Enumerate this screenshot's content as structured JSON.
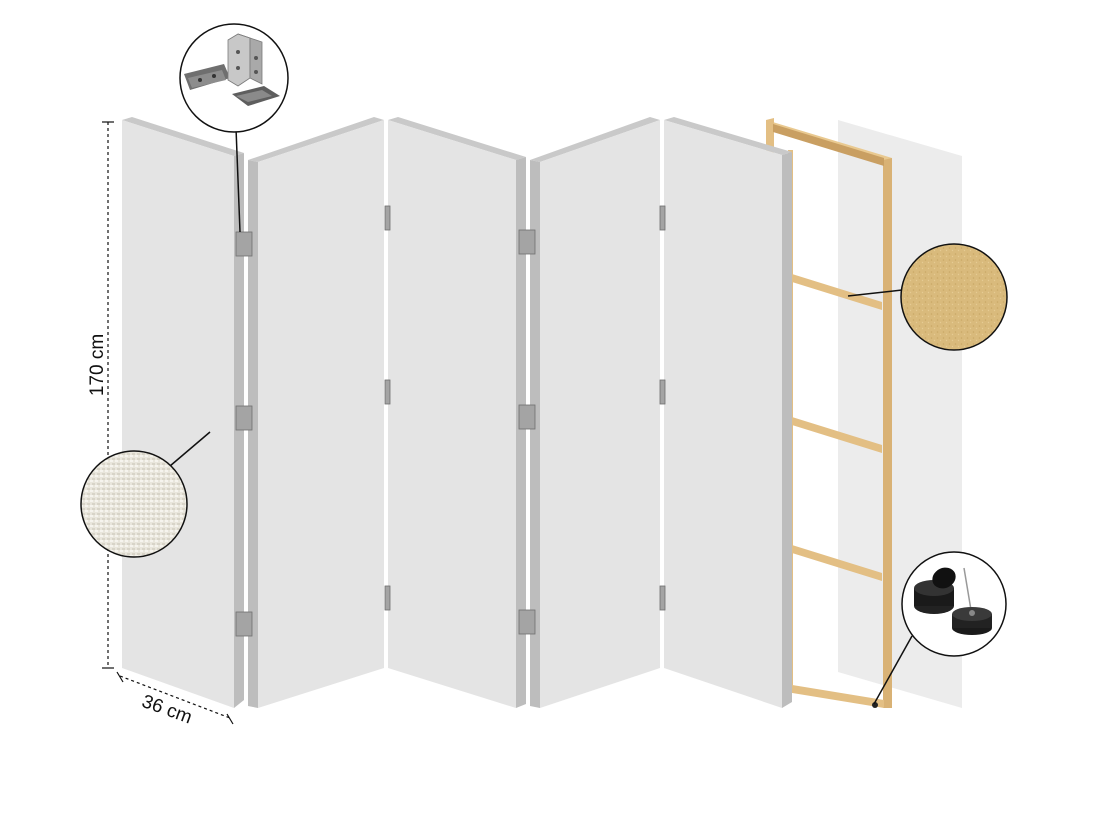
{
  "dimensions": {
    "height_label": "170 cm",
    "width_label": "36 cm"
  },
  "colors": {
    "panel_face": "#e4e4e4",
    "panel_edge": "#bdbdbd",
    "frame_wood": "#e3bf84",
    "frame_wood_dark": "#c49a5c",
    "canvas_sheet": "#ececec",
    "hinge": "#9a9a9a",
    "callout_line": "#111111"
  },
  "callouts": [
    {
      "name": "hinge-detail-callout",
      "icon": "metal-hinges-icon"
    },
    {
      "name": "canvas-texture-callout",
      "icon": "canvas-fabric-texture-icon"
    },
    {
      "name": "wood-texture-callout",
      "icon": "pine-wood-texture-icon"
    },
    {
      "name": "floor-feet-callout",
      "icon": "rubber-feet-icon"
    }
  ]
}
